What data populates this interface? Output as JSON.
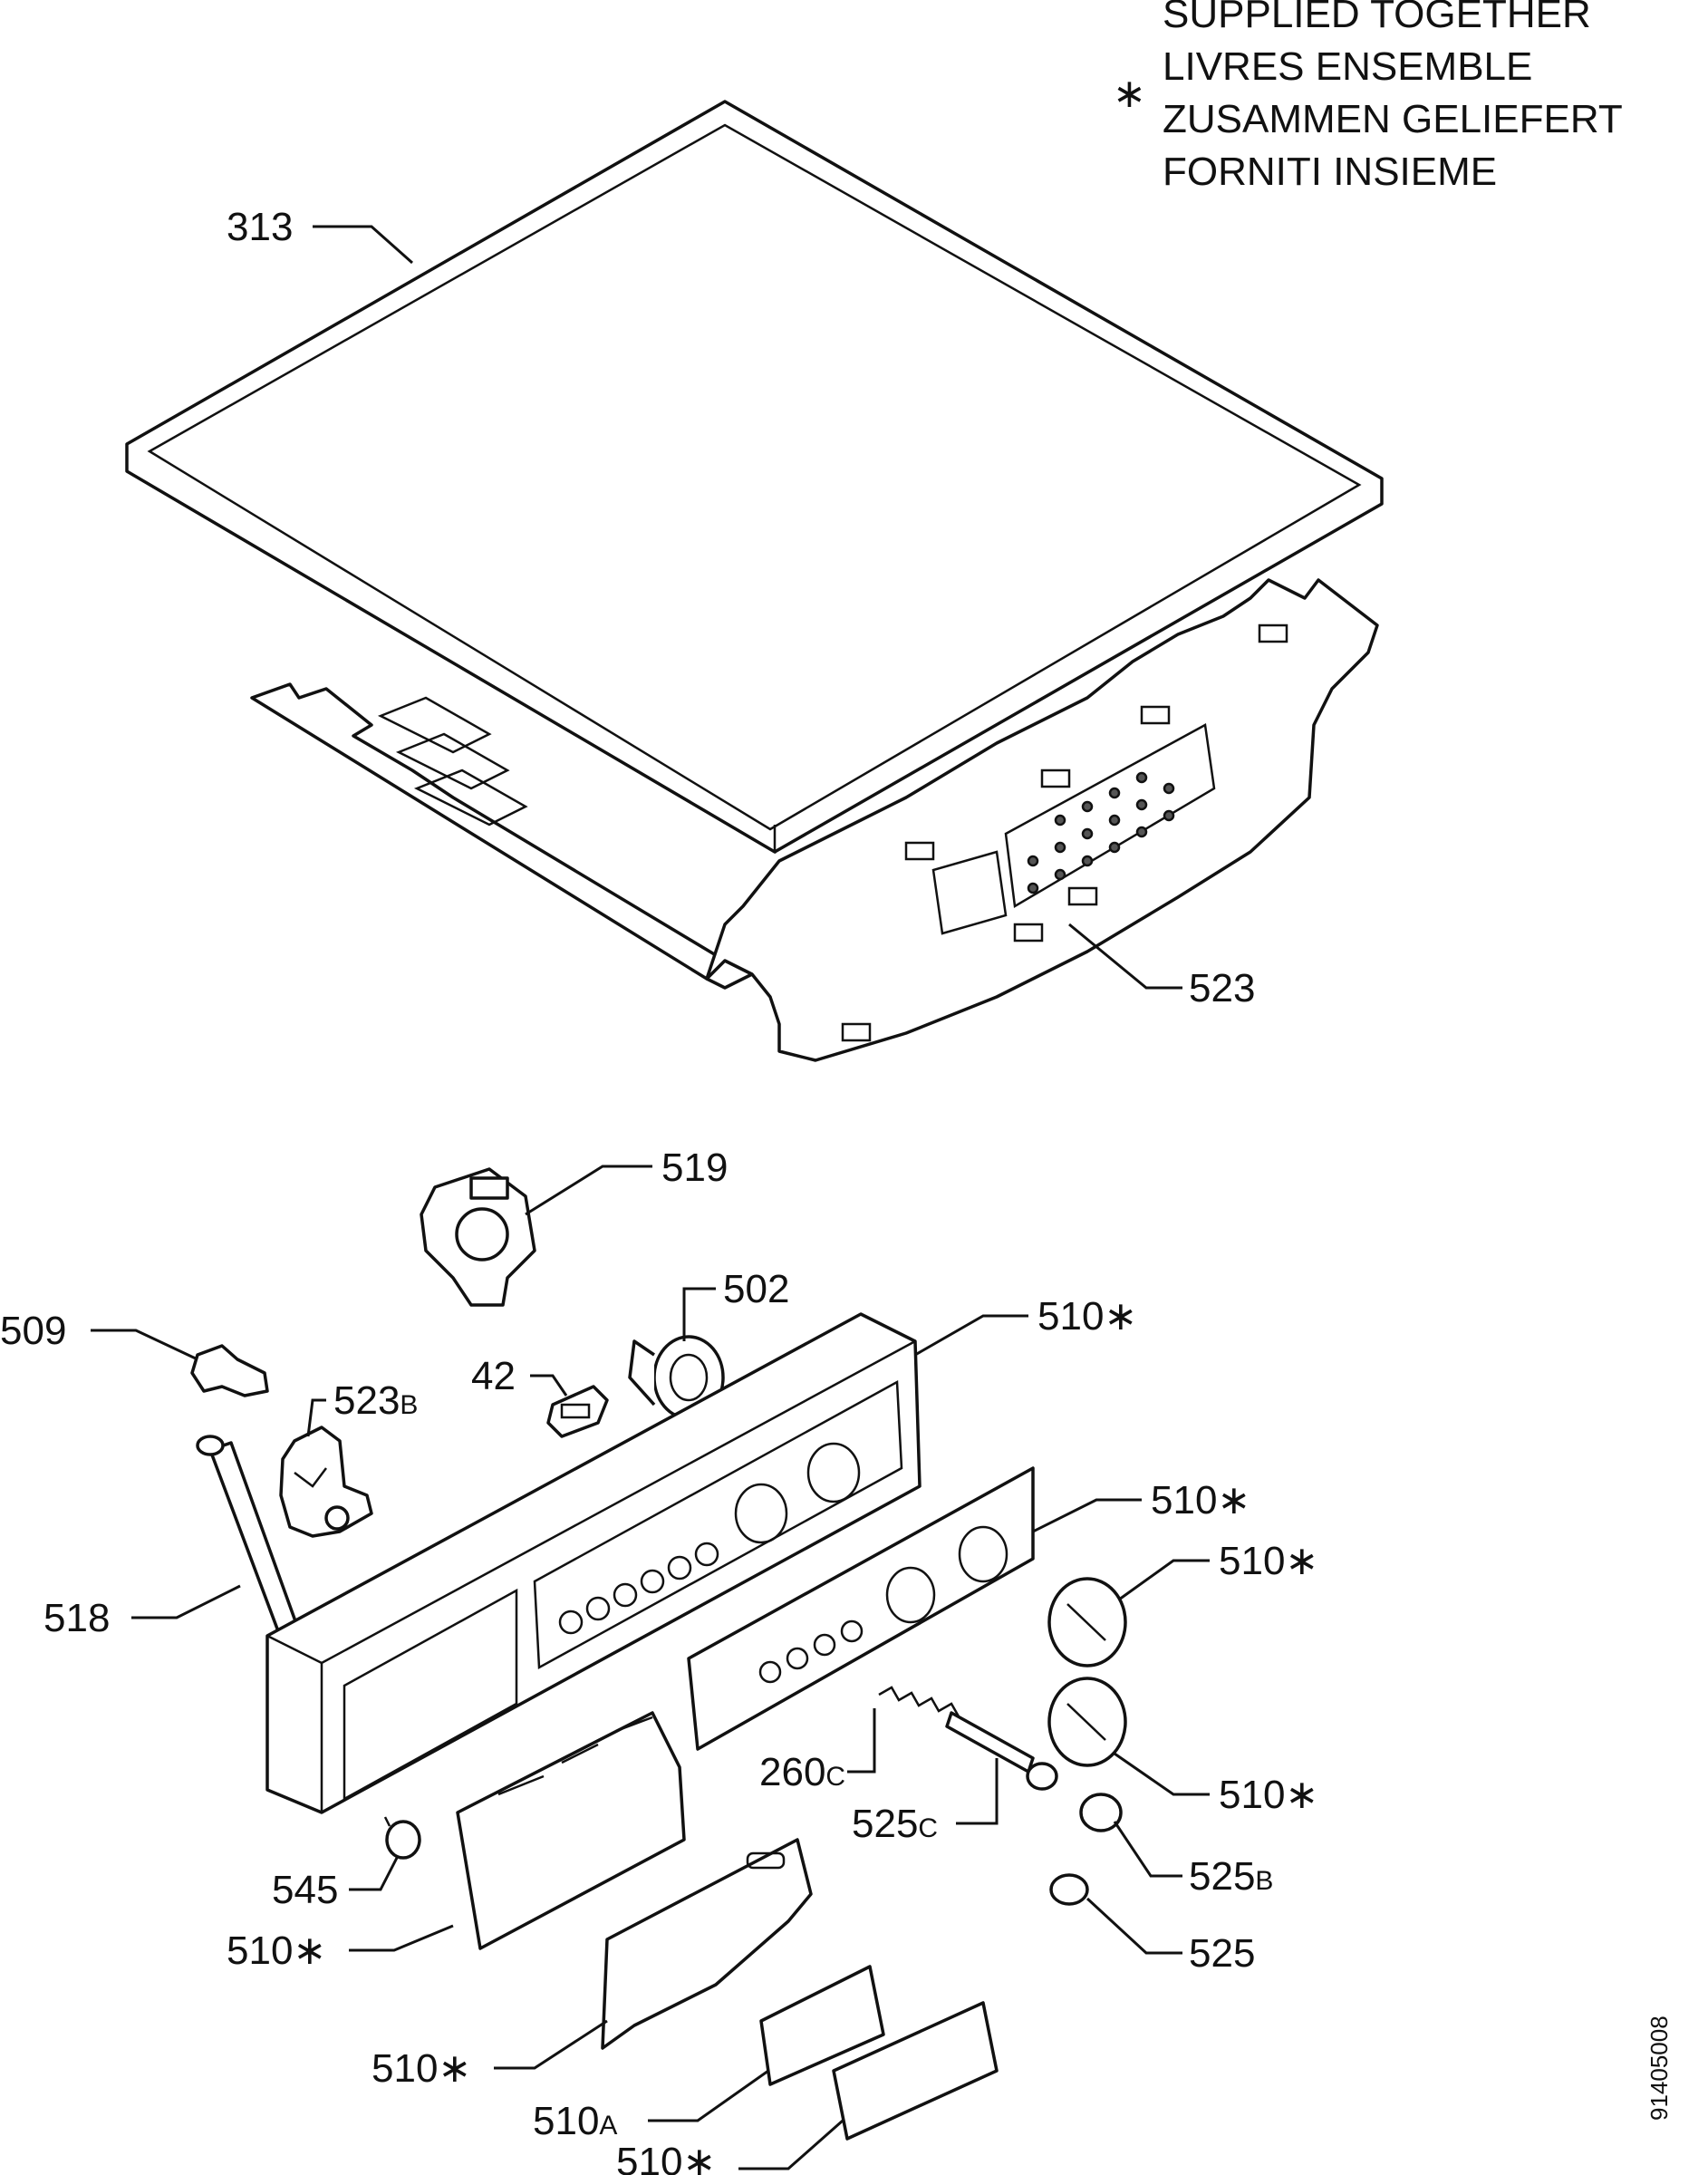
{
  "legend": {
    "symbol": "∗",
    "lines": [
      "SUPPLIED TOGETHER",
      "LIVRES ENSEMBLE",
      "ZUSAMMEN GELIEFERT",
      "FORNITI INSIEME"
    ]
  },
  "document_number": "91405008",
  "callouts": {
    "p313": "313",
    "p523": "523",
    "p519": "519",
    "p502": "502",
    "p509": "509",
    "p42": "42",
    "p523b_num": "523",
    "p523b_suf": "B",
    "p510_panel": "510∗",
    "p510_strip": "510∗",
    "p510_knob1": "510∗",
    "p510_knob2": "510∗",
    "p518": "518",
    "p260c_num": "260",
    "p260c_suf": "C",
    "p525c_num": "525",
    "p525c_suf": "C",
    "p525b_num": "525",
    "p525b_suf": "B",
    "p525": "525",
    "p545": "545",
    "p510_drawer": "510∗",
    "p510_front": "510∗",
    "p510a_num": "510",
    "p510a_suf": "A",
    "p510_handle": "510∗"
  }
}
